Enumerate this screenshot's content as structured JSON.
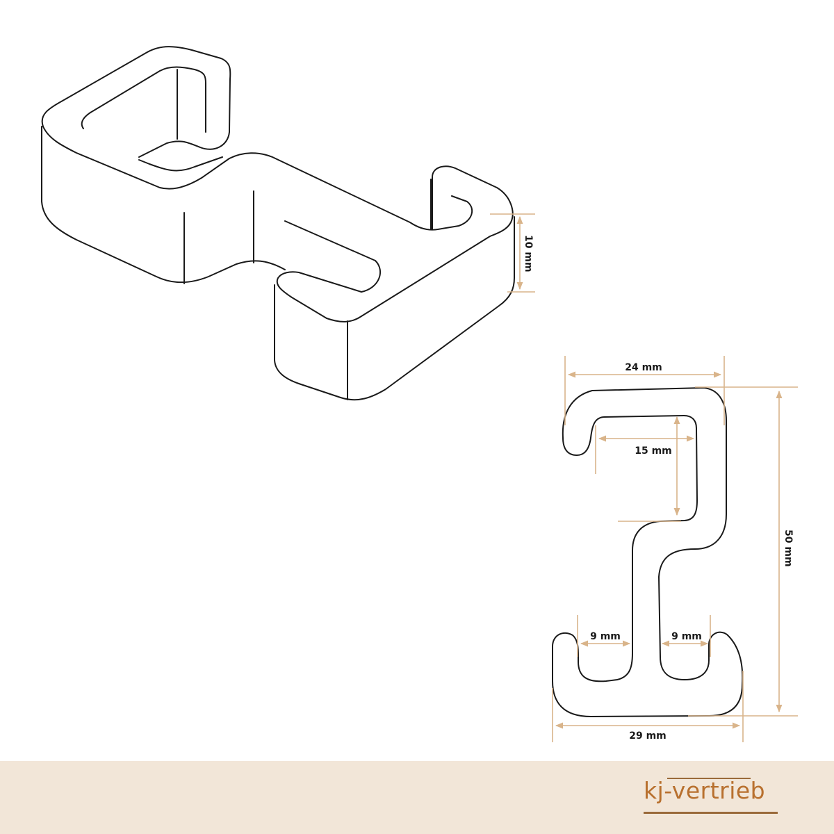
{
  "dimensions": {
    "height": "10 mm",
    "width_top": "24 mm",
    "inner_width": "15 mm",
    "total_height": "50 mm",
    "left_gap": "9 mm",
    "right_gap": "9 mm",
    "width_bottom": "29 mm"
  },
  "brand": {
    "logo_text": "kj-vertrieb"
  },
  "colors": {
    "dimension": "#d9b48a",
    "brand": "#b8702e",
    "footer_bg": "#f2e6d8"
  }
}
